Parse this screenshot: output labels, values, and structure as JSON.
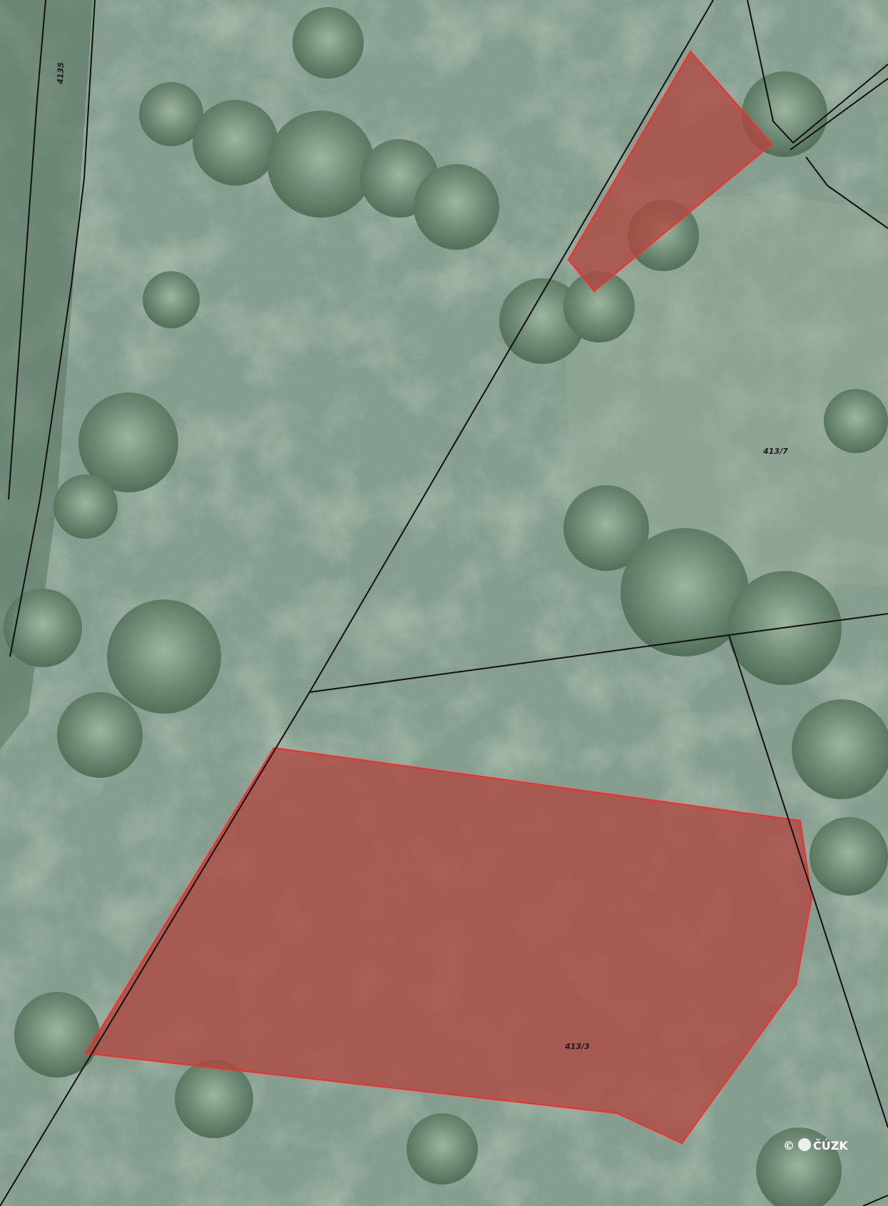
{
  "map": {
    "type": "cadastral parcel overlay on aerial orthophoto",
    "colors": {
      "meadow": "#7f9a84",
      "tree_dark": "#5d7a66",
      "tree_light": "#93ad98",
      "boundary_line": "#111111",
      "highlight_fill": "#b0463f",
      "highlight_stroke": "#ff2a2a"
    },
    "parcel_labels": {
      "left_strip": "4135",
      "right_field": "413/7",
      "highlighted_large": "413/3"
    },
    "highlighted_parcels": [
      "small-north-triangle",
      "413/3"
    ],
    "attribution": {
      "copyright_symbol": "©",
      "agency": "ČÚZK"
    }
  }
}
